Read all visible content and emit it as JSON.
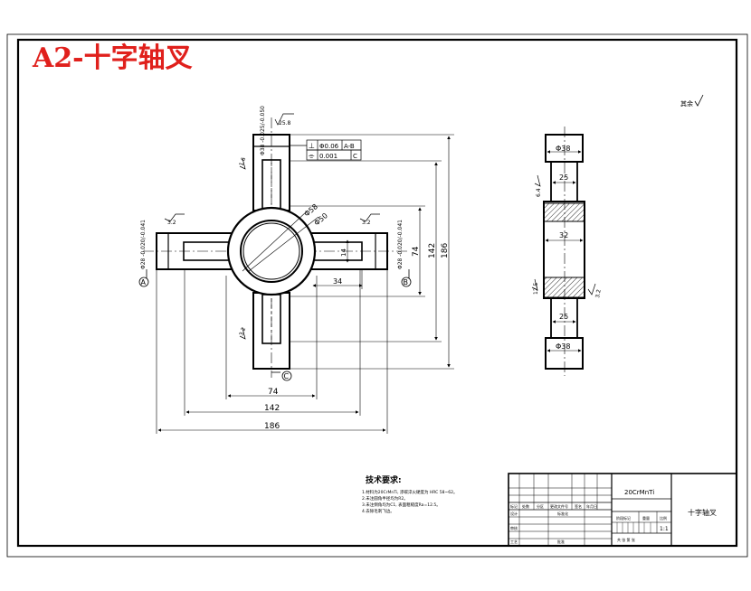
{
  "sheet_title": "A2-十字轴叉",
  "surface_note": "其余",
  "front_view": {
    "dim_74_h": "74",
    "dim_142_h": "142",
    "dim_186_h": "186",
    "dim_74_v": "74",
    "dim_142_v": "142",
    "dim_186_v": "186",
    "dim_34": "34",
    "dim_14": "14",
    "dim_phi58": "Φ58",
    "dim_phi50": "Φ50",
    "dim_top_dia": "Φ38 -0.025/-0.050",
    "dim_left_dia": "Φ28 -0.020/-0.041",
    "dim_right_dia": "Φ28 -0.020/-0.041",
    "roughness_top": "25.8",
    "roughness_a": "3.2",
    "roughness_b": "3.2",
    "roughness_c": "3.2",
    "roughness_d": "1.6",
    "datum_a": "A",
    "datum_b": "B",
    "datum_c": "C",
    "tol_perp_symbol": "⊥",
    "tol_perp_value": "Φ0.06",
    "tol_perp_datum": "A-B",
    "tol_sym_symbol": "⌯",
    "tol_sym_value": "0.001",
    "tol_sym_datum": "C"
  },
  "side_view": {
    "dim_top_dia": "Φ38",
    "dim_top_25": "25",
    "dim_mid_32": "32",
    "dim_bot_25": "25",
    "dim_bot_dia": "Φ38",
    "roughness_1": "6.4",
    "roughness_2": "12.5",
    "roughness_3": "3.2"
  },
  "tech_requirements": {
    "heading": "技术要求:",
    "items": [
      "1.材料为20CrMnTi, 渗碳淬火硬度为 HRC 58~62。",
      "2.未注圆角半径均为R2。",
      "3.未注倒角均为C1, 表面粗糙度Ra=12.5。",
      "4.去除毛刺飞边。"
    ]
  },
  "title_block": {
    "material": "20CrMnTi",
    "part_name": "十字轴叉",
    "scale": "1:1",
    "scale_label": "比例",
    "weight_label": "重量",
    "stage_label": "阶段标记",
    "row_labels": [
      "标记",
      "处数",
      "分区",
      "更改文件号",
      "签名",
      "年月日"
    ],
    "design_label": "设计",
    "standard_label": "标准化",
    "review_label": "审核",
    "process_label": "工艺",
    "approve_label": "批准",
    "sheet_label": "共  张  第  张"
  }
}
